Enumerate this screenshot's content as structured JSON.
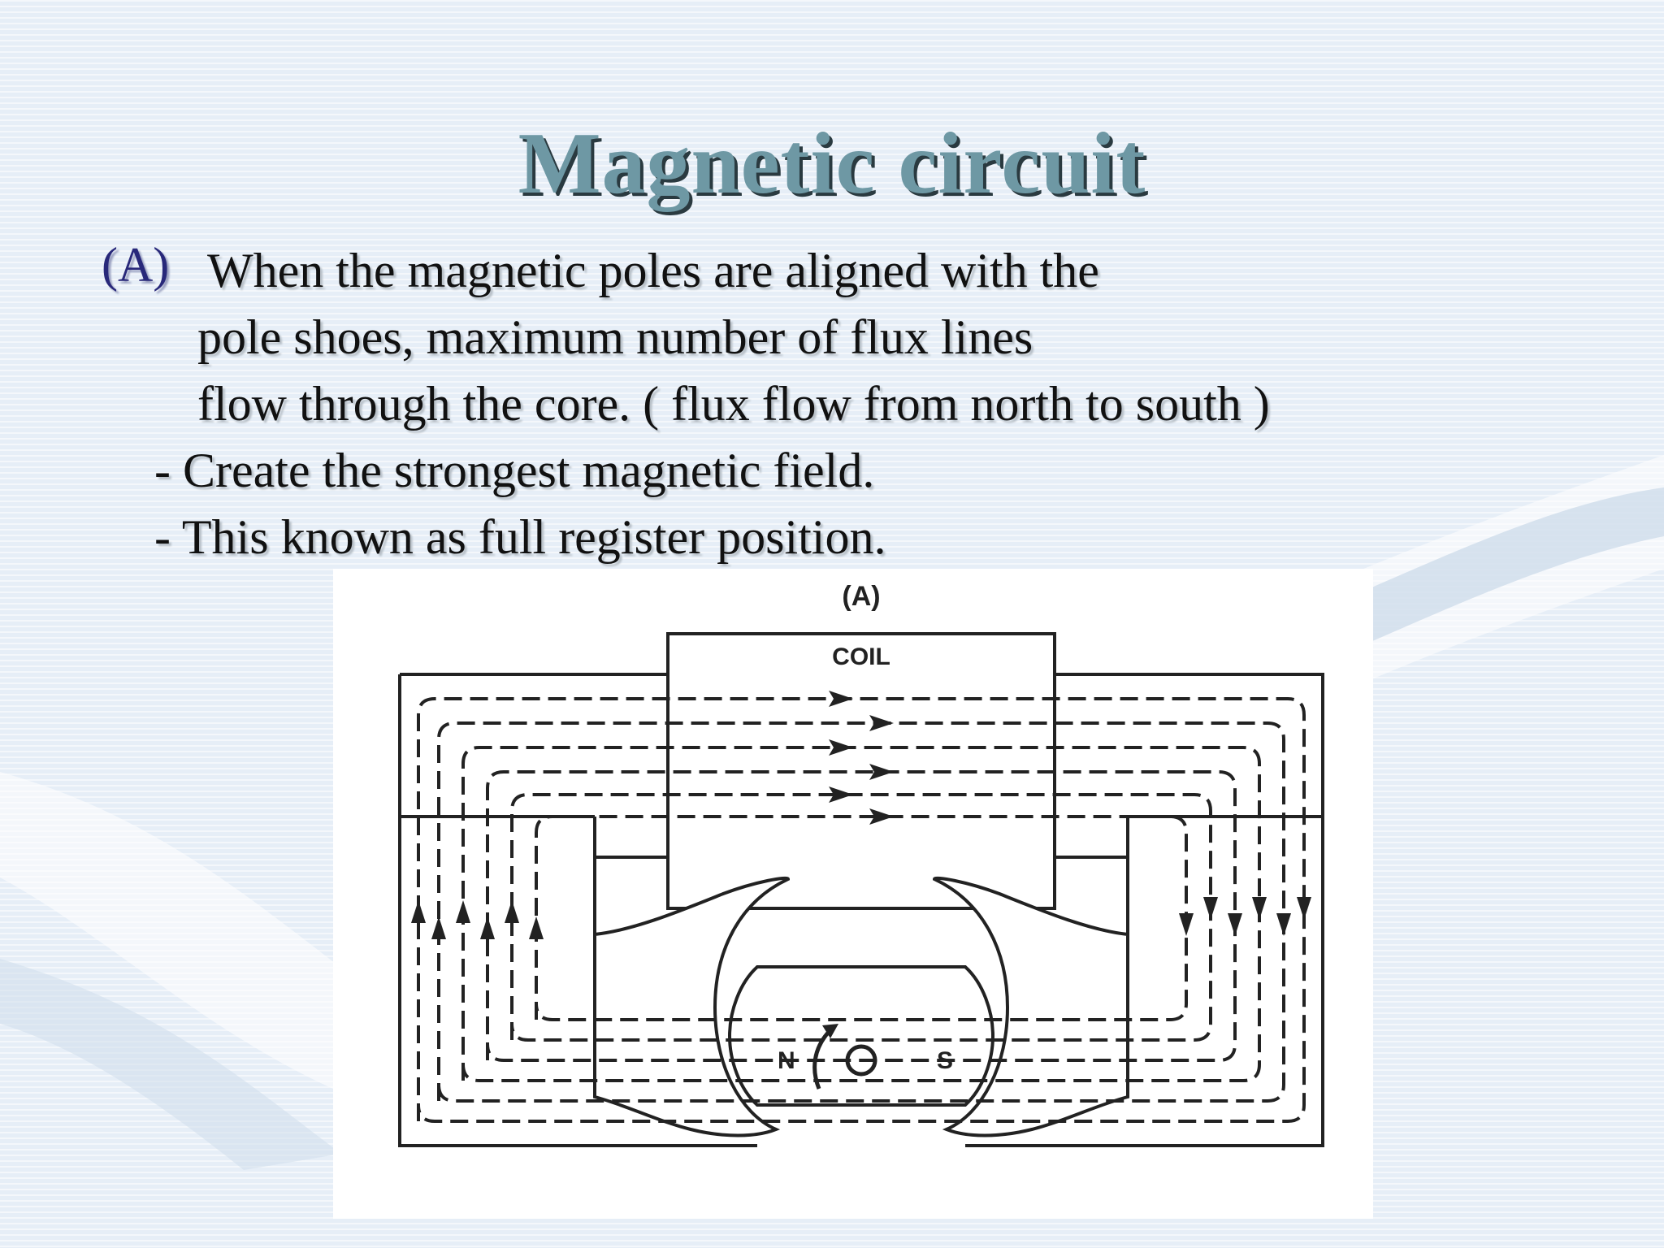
{
  "slide": {
    "title": "Magnetic circuit",
    "label": "(A)",
    "lines": [
      " When the magnetic poles are aligned with the",
      "pole shoes, maximum number of flux lines",
      "flow through the core. ( flux flow from north to south )"
    ],
    "bullets": [
      "-  Create the strongest magnetic field.",
      "-  This known as full register position."
    ]
  },
  "figure": {
    "caption": "(A)",
    "coil_label": "COIL",
    "north_label": "N",
    "south_label": "S",
    "center_label": "O"
  },
  "colors": {
    "title": "#6e98a4",
    "label": "#28287a",
    "text": "#111111"
  }
}
